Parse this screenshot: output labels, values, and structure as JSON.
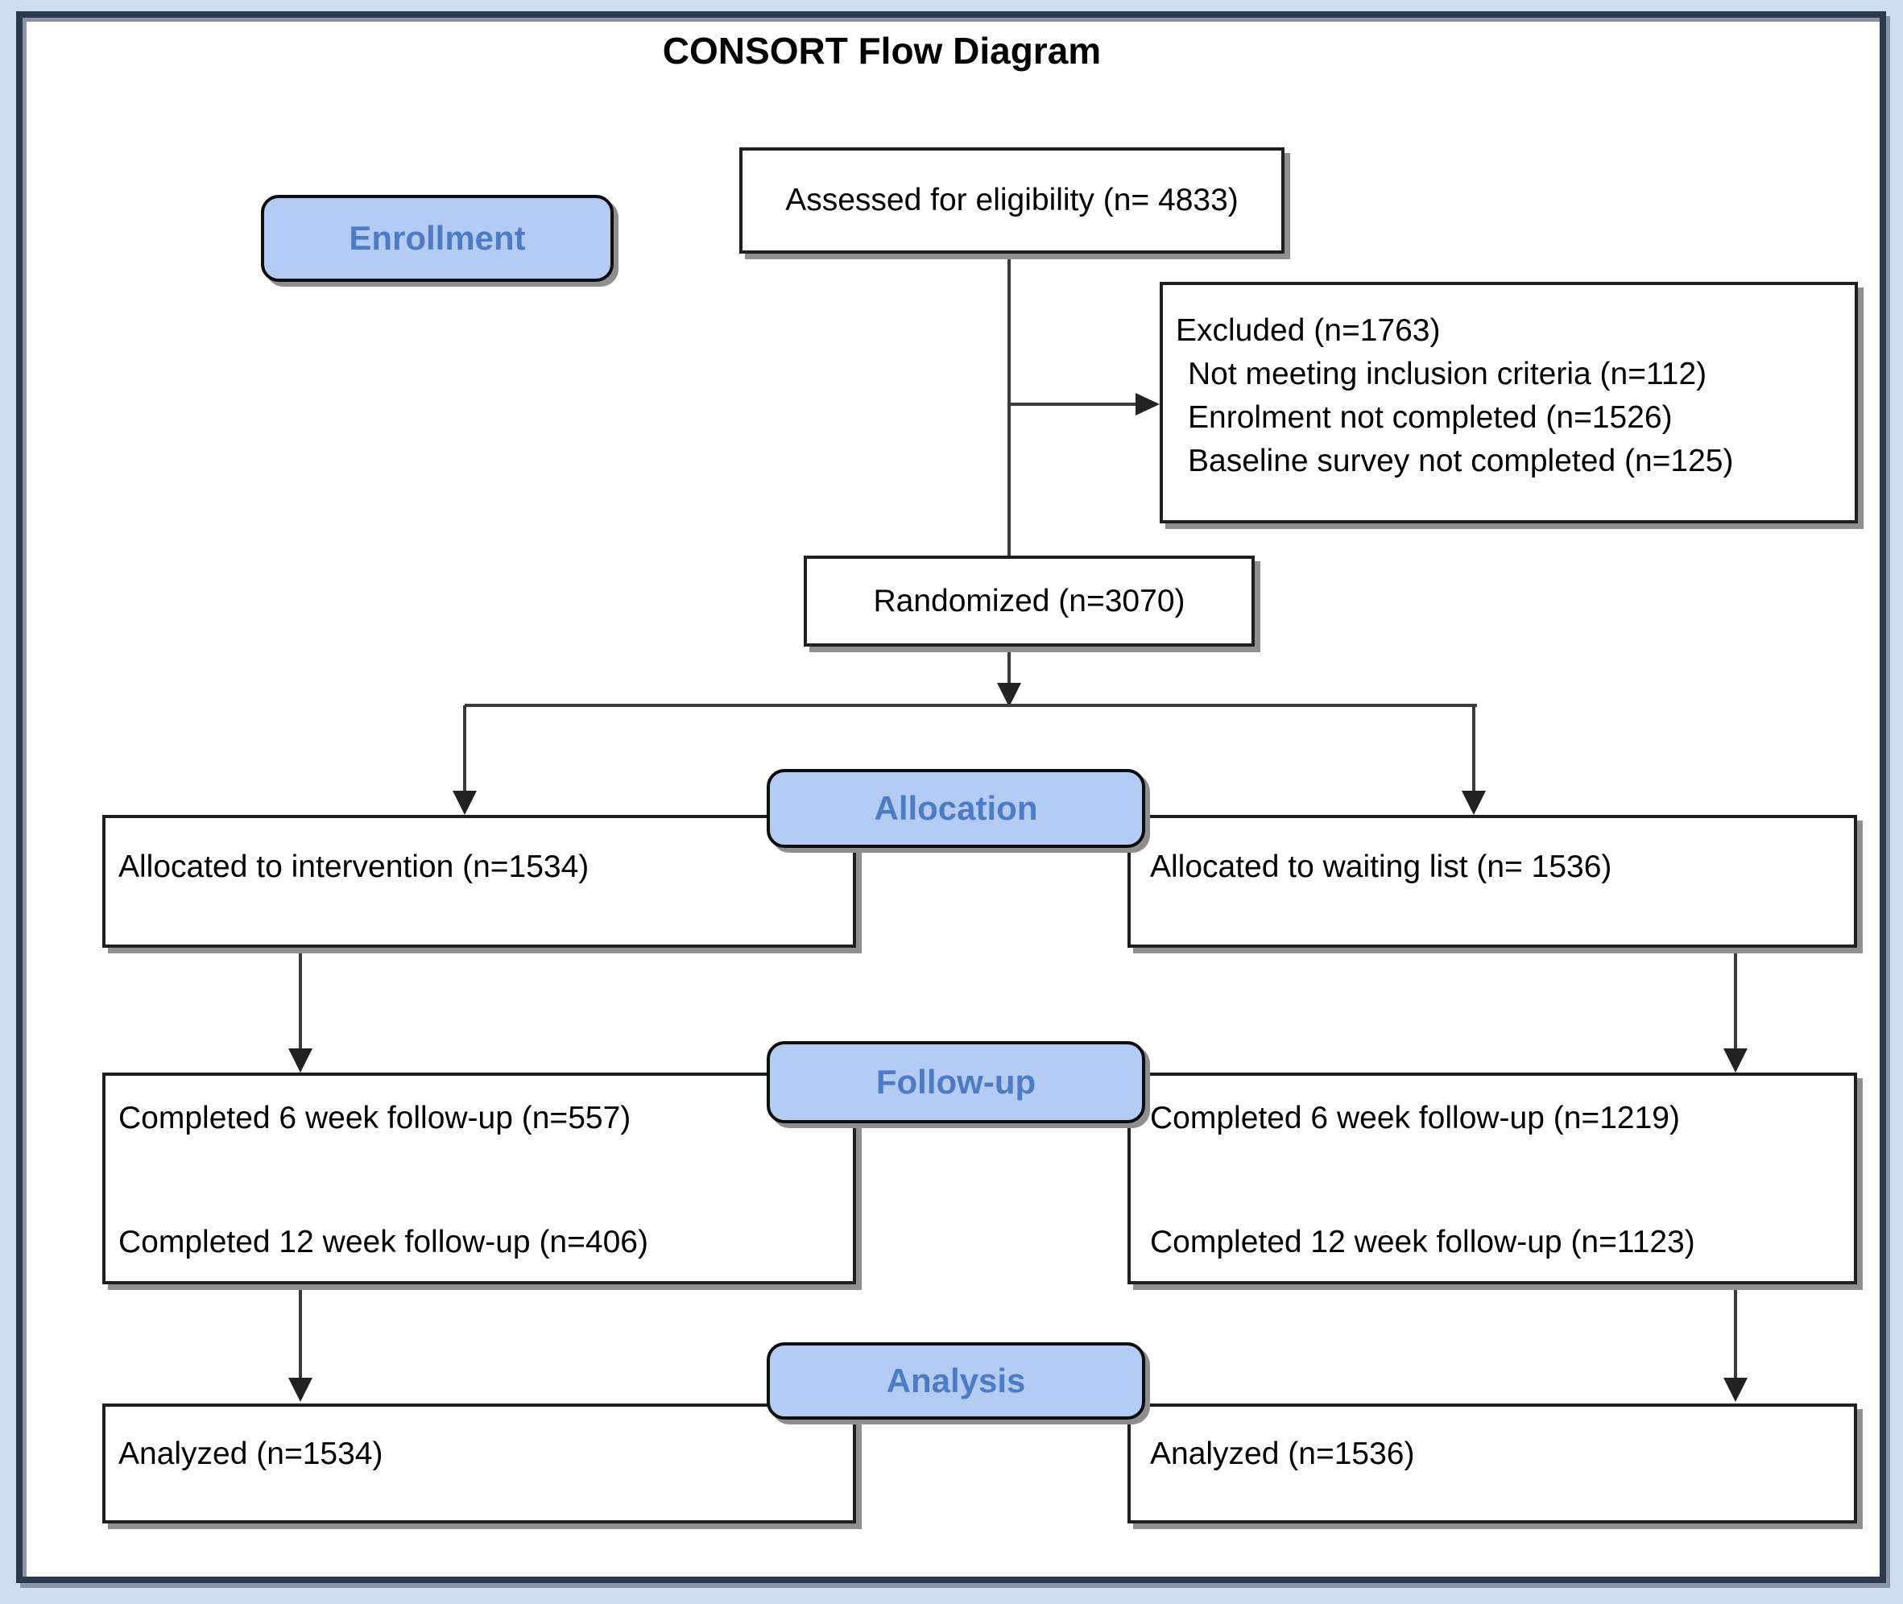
{
  "diagram": {
    "title": "CONSORT Flow Diagram",
    "stages": [
      {
        "label": "Enrollment"
      },
      {
        "label": "Allocation"
      },
      {
        "label": "Follow-up"
      },
      {
        "label": "Analysis"
      }
    ],
    "enrollment": {
      "assessed": "Assessed for eligibility (n= 4833)",
      "excluded": {
        "heading": "Excluded (n=1763)",
        "reasons": [
          "Not meeting inclusion criteria (n=112)",
          "Enrolment not completed (n=1526)",
          "Baseline survey not completed (n=125)"
        ]
      },
      "randomized": "Randomized (n=3070)"
    },
    "intervention_arm": {
      "allocated": "Allocated to intervention (n=1534)",
      "followup_6wk": "Completed 6 week follow-up (n=557)",
      "followup_12wk": "Completed 12 week follow-up (n=406)",
      "analyzed": "Analyzed (n=1534)"
    },
    "waiting_list_arm": {
      "allocated": "Allocated to waiting list (n= 1536)",
      "followup_6wk": "Completed 6 week follow-up (n=1219)",
      "followup_12wk": "Completed 12 week follow-up (n=1123)",
      "analyzed": "Analyzed (n=1536)"
    },
    "colors": {
      "stage_fill": "#b4ccf4",
      "stage_text": "#4d7cc4",
      "frame_border": "#2a3850",
      "frame_mat": "#cfddf1",
      "box_border": "#1f1f1f",
      "box_shadow": "#909090",
      "line": "#3a3a3a"
    }
  }
}
